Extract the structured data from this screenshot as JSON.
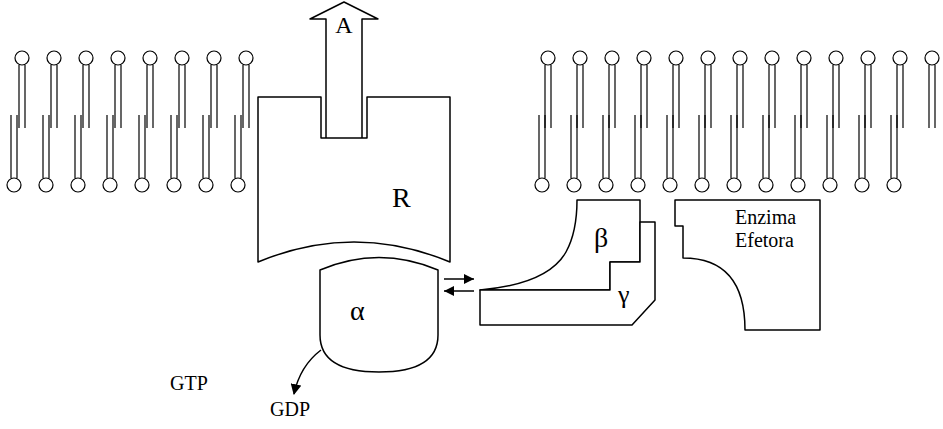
{
  "diagram": {
    "nodes": [
      {
        "text": [
          "A"
        ]
      },
      {
        "text": [
          "R"
        ]
      },
      {
        "text": [
          "α"
        ]
      },
      {
        "text": [
          "β"
        ]
      },
      {
        "text": [
          "γ"
        ]
      },
      {
        "text": [
          "Enzima Efetora"
        ]
      }
    ],
    "edges": [
      {
        "from": 2,
        "to": 3,
        "arrow": "to"
      },
      {
        "from": 3,
        "to": 2,
        "arrow": "to"
      }
    ],
    "labels": [
      "GTP",
      "GDP"
    ]
  }
}
